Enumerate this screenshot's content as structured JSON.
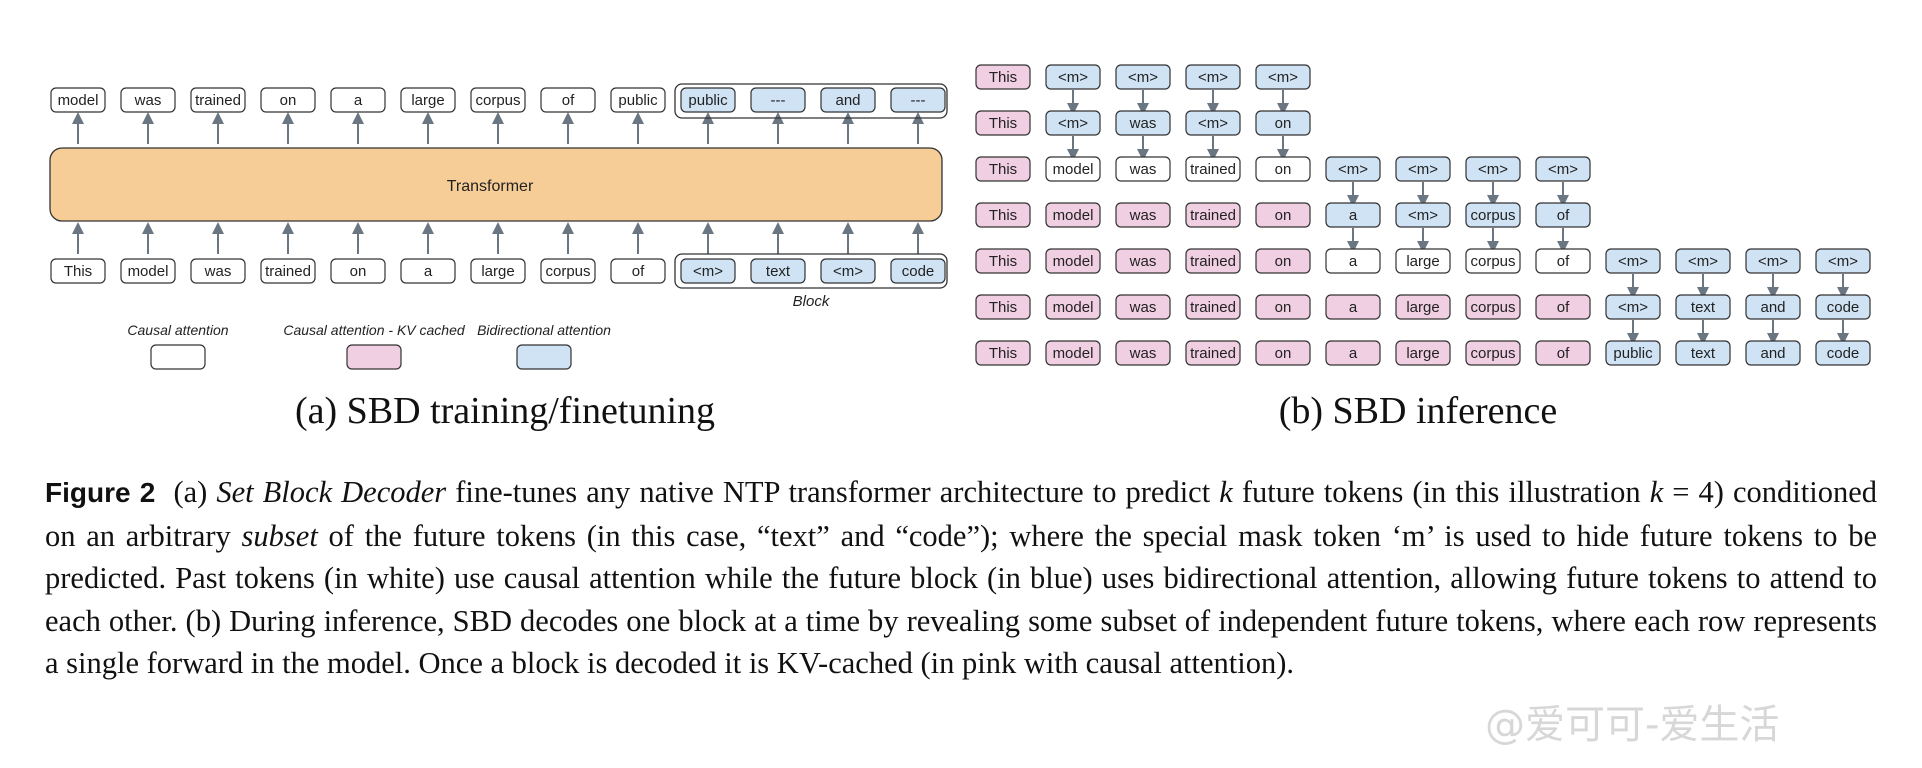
{
  "panel_a": {
    "output_tokens": [
      "model",
      "was",
      "trained",
      "on",
      "a",
      "large",
      "corpus",
      "of",
      "public",
      "public",
      "---",
      "and",
      "---"
    ],
    "input_tokens": [
      "This",
      "model",
      "was",
      "trained",
      "on",
      "a",
      "large",
      "corpus",
      "of",
      "<m>",
      "text",
      "<m>",
      "code"
    ],
    "transformer_label": "Transformer",
    "block_label": "Block",
    "legend": [
      {
        "label": "Causal attention",
        "fill": "#ffffff"
      },
      {
        "label": "Causal attention - KV cached",
        "fill": "#f1cfe3"
      },
      {
        "label": "Bidirectional attention",
        "fill": "#cfe3f5"
      }
    ],
    "sublabel": "(a) SBD training/finetuning"
  },
  "panel_b": {
    "rows": [
      [
        {
          "t": "This",
          "c": "p"
        },
        {
          "t": "<m>",
          "c": "b"
        },
        {
          "t": "<m>",
          "c": "b"
        },
        {
          "t": "<m>",
          "c": "b"
        },
        {
          "t": "<m>",
          "c": "b"
        }
      ],
      [
        {
          "t": "This",
          "c": "p"
        },
        {
          "t": "<m>",
          "c": "b"
        },
        {
          "t": "was",
          "c": "b"
        },
        {
          "t": "<m>",
          "c": "b"
        },
        {
          "t": "on",
          "c": "b"
        }
      ],
      [
        {
          "t": "This",
          "c": "p"
        },
        {
          "t": "model",
          "c": "w"
        },
        {
          "t": "was",
          "c": "w"
        },
        {
          "t": "trained",
          "c": "w"
        },
        {
          "t": "on",
          "c": "w"
        },
        {
          "t": "<m>",
          "c": "b"
        },
        {
          "t": "<m>",
          "c": "b"
        },
        {
          "t": "<m>",
          "c": "b"
        },
        {
          "t": "<m>",
          "c": "b"
        }
      ],
      [
        {
          "t": "This",
          "c": "p"
        },
        {
          "t": "model",
          "c": "p"
        },
        {
          "t": "was",
          "c": "p"
        },
        {
          "t": "trained",
          "c": "p"
        },
        {
          "t": "on",
          "c": "p"
        },
        {
          "t": "a",
          "c": "b"
        },
        {
          "t": "<m>",
          "c": "b"
        },
        {
          "t": "corpus",
          "c": "b"
        },
        {
          "t": "of",
          "c": "b"
        }
      ],
      [
        {
          "t": "This",
          "c": "p"
        },
        {
          "t": "model",
          "c": "p"
        },
        {
          "t": "was",
          "c": "p"
        },
        {
          "t": "trained",
          "c": "p"
        },
        {
          "t": "on",
          "c": "p"
        },
        {
          "t": "a",
          "c": "w"
        },
        {
          "t": "large",
          "c": "w"
        },
        {
          "t": "corpus",
          "c": "w"
        },
        {
          "t": "of",
          "c": "w"
        },
        {
          "t": "<m>",
          "c": "b"
        },
        {
          "t": "<m>",
          "c": "b"
        },
        {
          "t": "<m>",
          "c": "b"
        },
        {
          "t": "<m>",
          "c": "b"
        }
      ],
      [
        {
          "t": "This",
          "c": "p"
        },
        {
          "t": "model",
          "c": "p"
        },
        {
          "t": "was",
          "c": "p"
        },
        {
          "t": "trained",
          "c": "p"
        },
        {
          "t": "on",
          "c": "p"
        },
        {
          "t": "a",
          "c": "p"
        },
        {
          "t": "large",
          "c": "p"
        },
        {
          "t": "corpus",
          "c": "p"
        },
        {
          "t": "of",
          "c": "p"
        },
        {
          "t": "<m>",
          "c": "b"
        },
        {
          "t": "text",
          "c": "b"
        },
        {
          "t": "and",
          "c": "b"
        },
        {
          "t": "code",
          "c": "b"
        }
      ],
      [
        {
          "t": "This",
          "c": "p"
        },
        {
          "t": "model",
          "c": "p"
        },
        {
          "t": "was",
          "c": "p"
        },
        {
          "t": "trained",
          "c": "p"
        },
        {
          "t": "on",
          "c": "p"
        },
        {
          "t": "a",
          "c": "p"
        },
        {
          "t": "large",
          "c": "p"
        },
        {
          "t": "corpus",
          "c": "p"
        },
        {
          "t": "of",
          "c": "p"
        },
        {
          "t": "public",
          "c": "b"
        },
        {
          "t": "text",
          "c": "b"
        },
        {
          "t": "and",
          "c": "b"
        },
        {
          "t": "code",
          "c": "b"
        }
      ]
    ],
    "arrow_links": [
      {
        "row": 0,
        "cols": [
          1,
          2,
          3,
          4
        ]
      },
      {
        "row": 1,
        "cols": [
          1,
          2,
          3,
          4
        ]
      },
      {
        "row": 2,
        "cols": [
          5,
          6,
          7,
          8
        ]
      },
      {
        "row": 3,
        "cols": [
          5,
          6,
          7,
          8
        ]
      },
      {
        "row": 4,
        "cols": [
          9,
          10,
          11,
          12
        ]
      },
      {
        "row": 5,
        "cols": [
          9,
          10,
          11,
          12
        ]
      }
    ],
    "sublabel": "(b) SBD inference"
  },
  "colors": {
    "white_fill": "#ffffff",
    "pink_fill": "#f1cfe3",
    "blue_fill": "#cfe3f5",
    "transformer_fill": "#f6cd97",
    "stroke": "#333333",
    "arrow": "#6b7683"
  },
  "caption": {
    "figure_label": "Figure 2",
    "p1": "(a) ",
    "i1": "Set Block Decoder",
    "p2": " fine-tunes any native NTP transformer architecture to predict ",
    "i2": "k",
    "p3": " future tokens (in this illustration ",
    "i3": "k",
    "p4": " = 4) conditioned on an arbitrary ",
    "i4": "subset",
    "p5": " of the future tokens (in this case, “text” and “code”); where the special mask token ‘m’ is used to hide future tokens to be predicted. Past tokens (in white) use causal attention while the future block (in blue) uses bidirectional attention, allowing future tokens to attend to each other. (b) During inference, SBD decodes one block at a time by revealing some subset of independent future tokens, where each row represents a single forward in the model. Once a block is decoded it is KV-cached (in pink with causal attention)."
  },
  "watermark": "@爱可可-爱生活"
}
